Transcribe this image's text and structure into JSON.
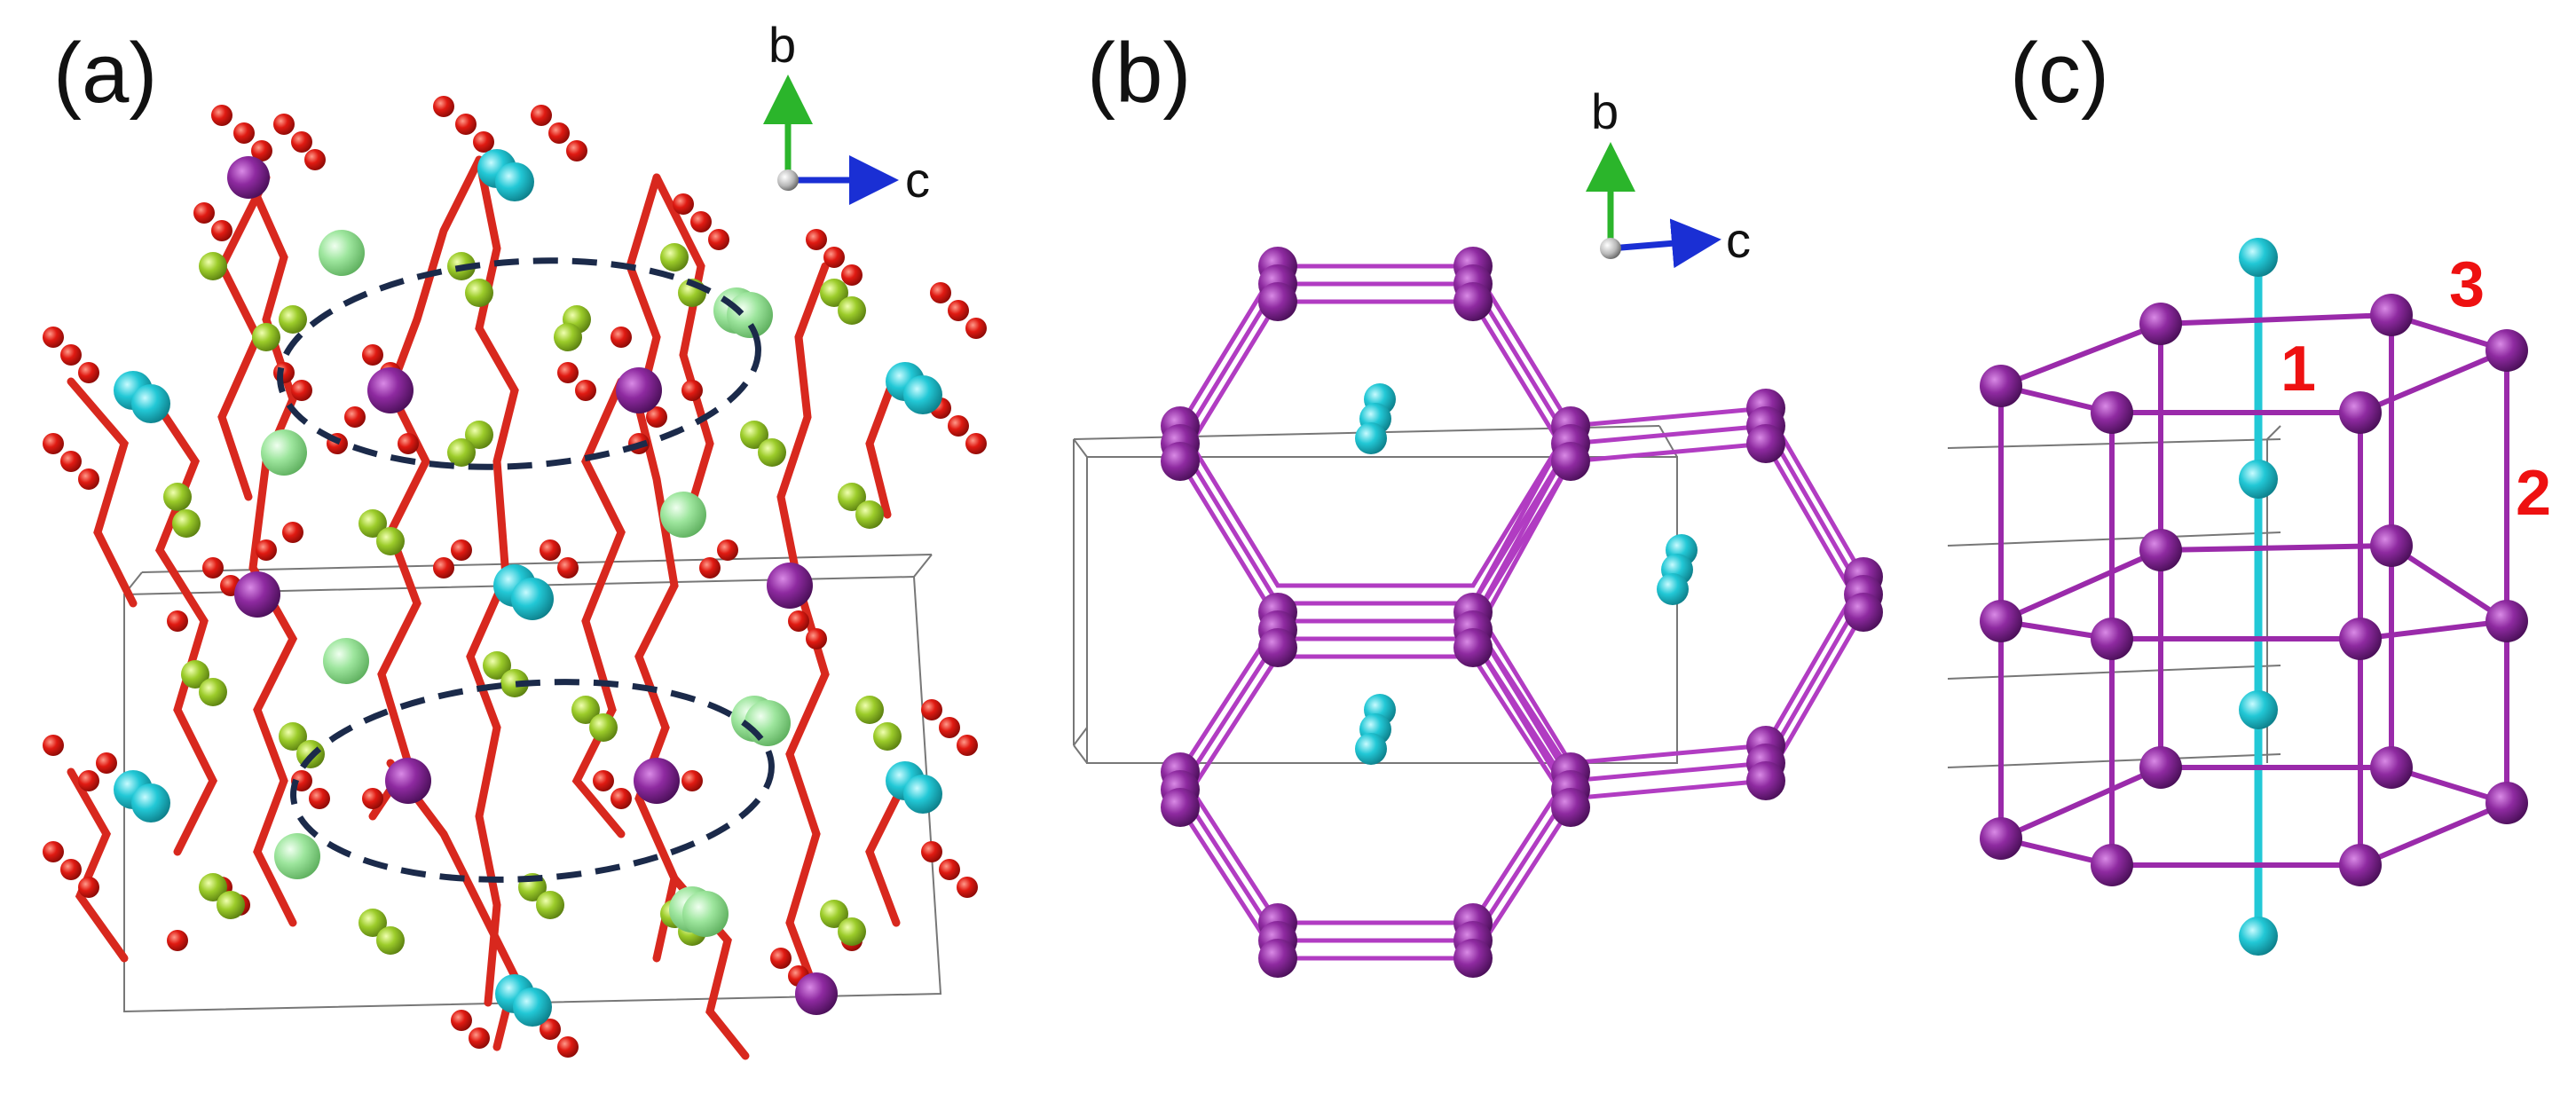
{
  "panels": [
    {
      "id": "a",
      "label": "(a)"
    },
    {
      "id": "b",
      "label": "(b)"
    },
    {
      "id": "c",
      "label": "(c)"
    }
  ],
  "axes_a": {
    "b": "b",
    "c": "c"
  },
  "axes_b": {
    "b": "b",
    "c": "c"
  },
  "panel_c_numbers": {
    "n1": "1",
    "n2": "2",
    "n3": "3"
  },
  "colors": {
    "purple_atom": "#7a1f8a",
    "purple_bond": "#b13cc2",
    "cyan_atom": "#22c8d6",
    "red_atom": "#e01a12",
    "yellowgreen_atom": "#9ccc2a",
    "green_atom": "#8ee08e",
    "dashed_ellipse": "#1b2a4a",
    "axis_b": "#2bb52b",
    "axis_c": "#1a2fd4",
    "number_red": "#ee1111",
    "cell_line": "#777777"
  }
}
